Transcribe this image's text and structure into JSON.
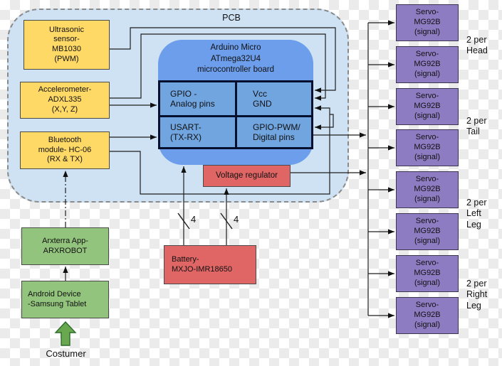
{
  "pcb": {
    "label": "PCB"
  },
  "mcu": {
    "title": "Arduino Micro\nATmega32U4\nmicrocontroller board",
    "gpio_analog": "GPIO -\nAnalog pins",
    "vcc_gnd": "Vcc\nGND",
    "usart": "USART-\n(TX-RX)",
    "gpio_pwm": "GPIO-PWM/\nDigital pins"
  },
  "peripherals": {
    "ultrasonic": "Ultrasonic\nsensor-\nMB1030\n(PWM)",
    "accelerometer": "Accelerometer-\nADXL335\n(X,Y, Z)",
    "bluetooth": "Bluetooth\nmodule- HC-06\n(RX & TX)"
  },
  "power": {
    "voltage_regulator": "Voltage regulator",
    "battery": "Battery-\nMXJO-IMR18650",
    "bus_width": "4"
  },
  "control": {
    "arxterra_app": "Arxterra App-\nARXROBOT",
    "android_device": "Android Device\n-Samsung Tablet",
    "customer": "Costumer"
  },
  "servos": {
    "box_label": "Servo-\nMG92B\n(signal)",
    "count": 8,
    "groups": [
      "2 per\nHead",
      "2 per\nTail",
      "2 per\nLeft\nLeg",
      "2 per\nRight\nLeg"
    ]
  },
  "colors": {
    "pcb_fill": "#cfe2f3",
    "mcu_fill": "#6d9eeb",
    "mcu_quadrant_fill": "#71a5e0",
    "sensor_fill": "#ffd966",
    "power_fill": "#e06666",
    "app_fill": "#93c47d",
    "servo_fill": "#8e7cc3"
  }
}
